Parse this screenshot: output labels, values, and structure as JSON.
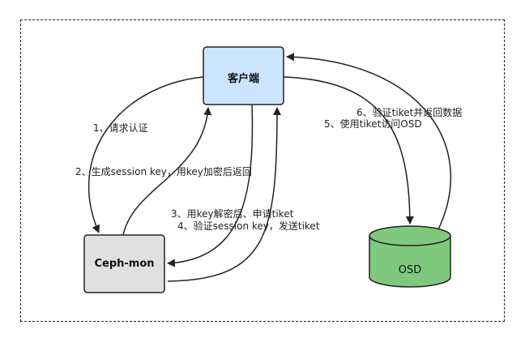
{
  "nodes": {
    "client": {
      "label": "客户端",
      "fill": "#cce5ff"
    },
    "ceph_mon": {
      "label": "Ceph-mon",
      "fill": "#e0e0e0"
    },
    "osd": {
      "label": "OSD",
      "fill": "#7fc97f"
    }
  },
  "steps": [
    "1、请求认证",
    "2、生成session key，用key加密后返回",
    "3、用key解密后、申请tiket",
    "4、验证session key，发送tiket",
    "5、使用tiket访问OSD",
    "6、验证tiket并返回数据"
  ],
  "colors": {
    "stroke": "#222222"
  }
}
